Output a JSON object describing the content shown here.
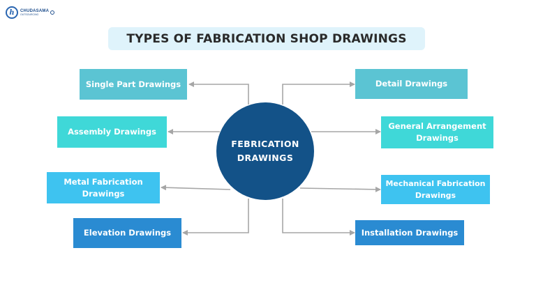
{
  "logo": {
    "mark": "h",
    "name": "CHUDASAMA",
    "tagline": "OUTSOURCING"
  },
  "title": "TYPES OF FABRICATION SHOP DRAWINGS",
  "center": {
    "line1": "FEBRICATION",
    "line2": "DRAWINGS",
    "color": "#135288"
  },
  "left_nodes": [
    {
      "line1": "Single Part Drawings",
      "line2": "",
      "color": "#5bc4d3"
    },
    {
      "line1": "Assembly Drawings",
      "line2": "",
      "color": "#3fd8d8"
    },
    {
      "line1": "Metal Fabrication",
      "line2": "Drawings",
      "color": "#3ec3f0"
    },
    {
      "line1": "Elevation Drawings",
      "line2": "",
      "color": "#2a8bd2"
    }
  ],
  "right_nodes": [
    {
      "line1": "Detail Drawings",
      "line2": "",
      "color": "#5bc4d3"
    },
    {
      "line1": "General Arrangement",
      "line2": "Drawings",
      "color": "#3fd8d8"
    },
    {
      "line1": "Mechanical Fabrication",
      "line2": "Drawings",
      "color": "#3ec3f0"
    },
    {
      "line1": "Installation Drawings",
      "line2": "",
      "color": "#2a8bd2"
    }
  ],
  "connector_color": "#a6a6a6"
}
